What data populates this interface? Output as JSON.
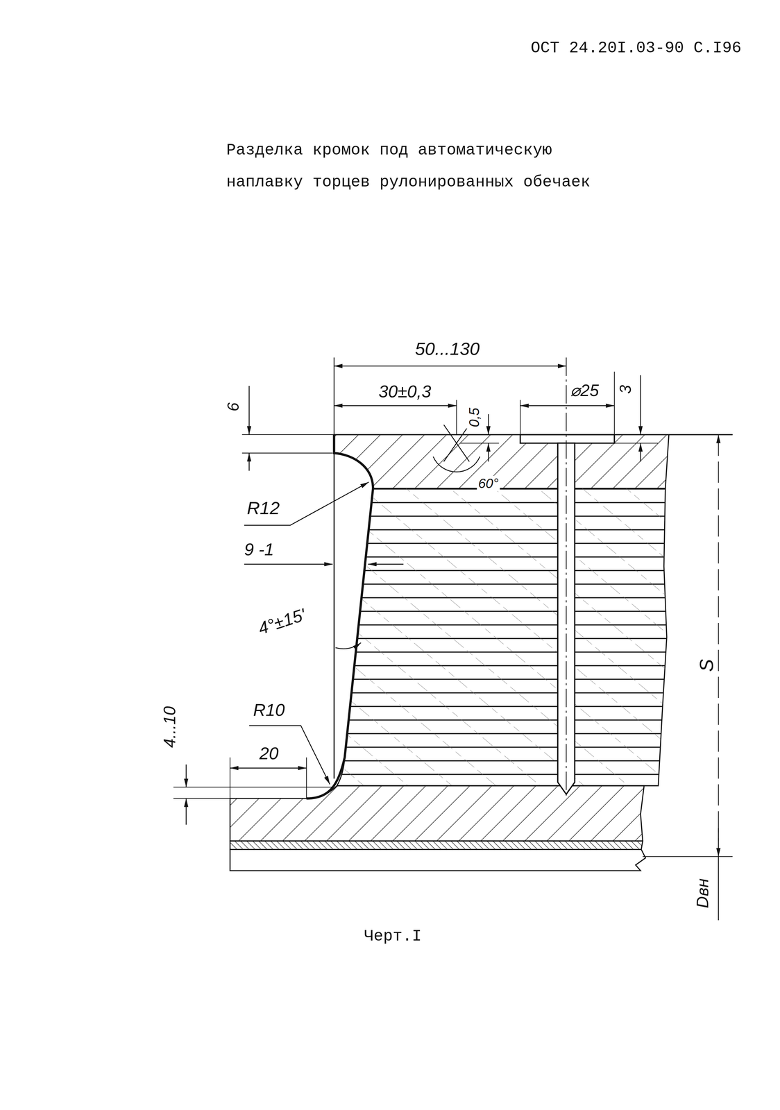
{
  "diagram": {
    "title": "Разделка кромок под автоматическую наплавку торцев рулонированных обечаек",
    "caption": "Черт.I",
    "labels": [
      "ОСТ 24.20I.03-90 С.I96",
      "50...130",
      "30±0,3",
      "0,5",
      "⌀25",
      "3",
      "6",
      "60°",
      "R12",
      "9 -1",
      "4°±15'",
      "R10",
      "20",
      "4...10",
      "S",
      "Dвн"
    ]
  }
}
